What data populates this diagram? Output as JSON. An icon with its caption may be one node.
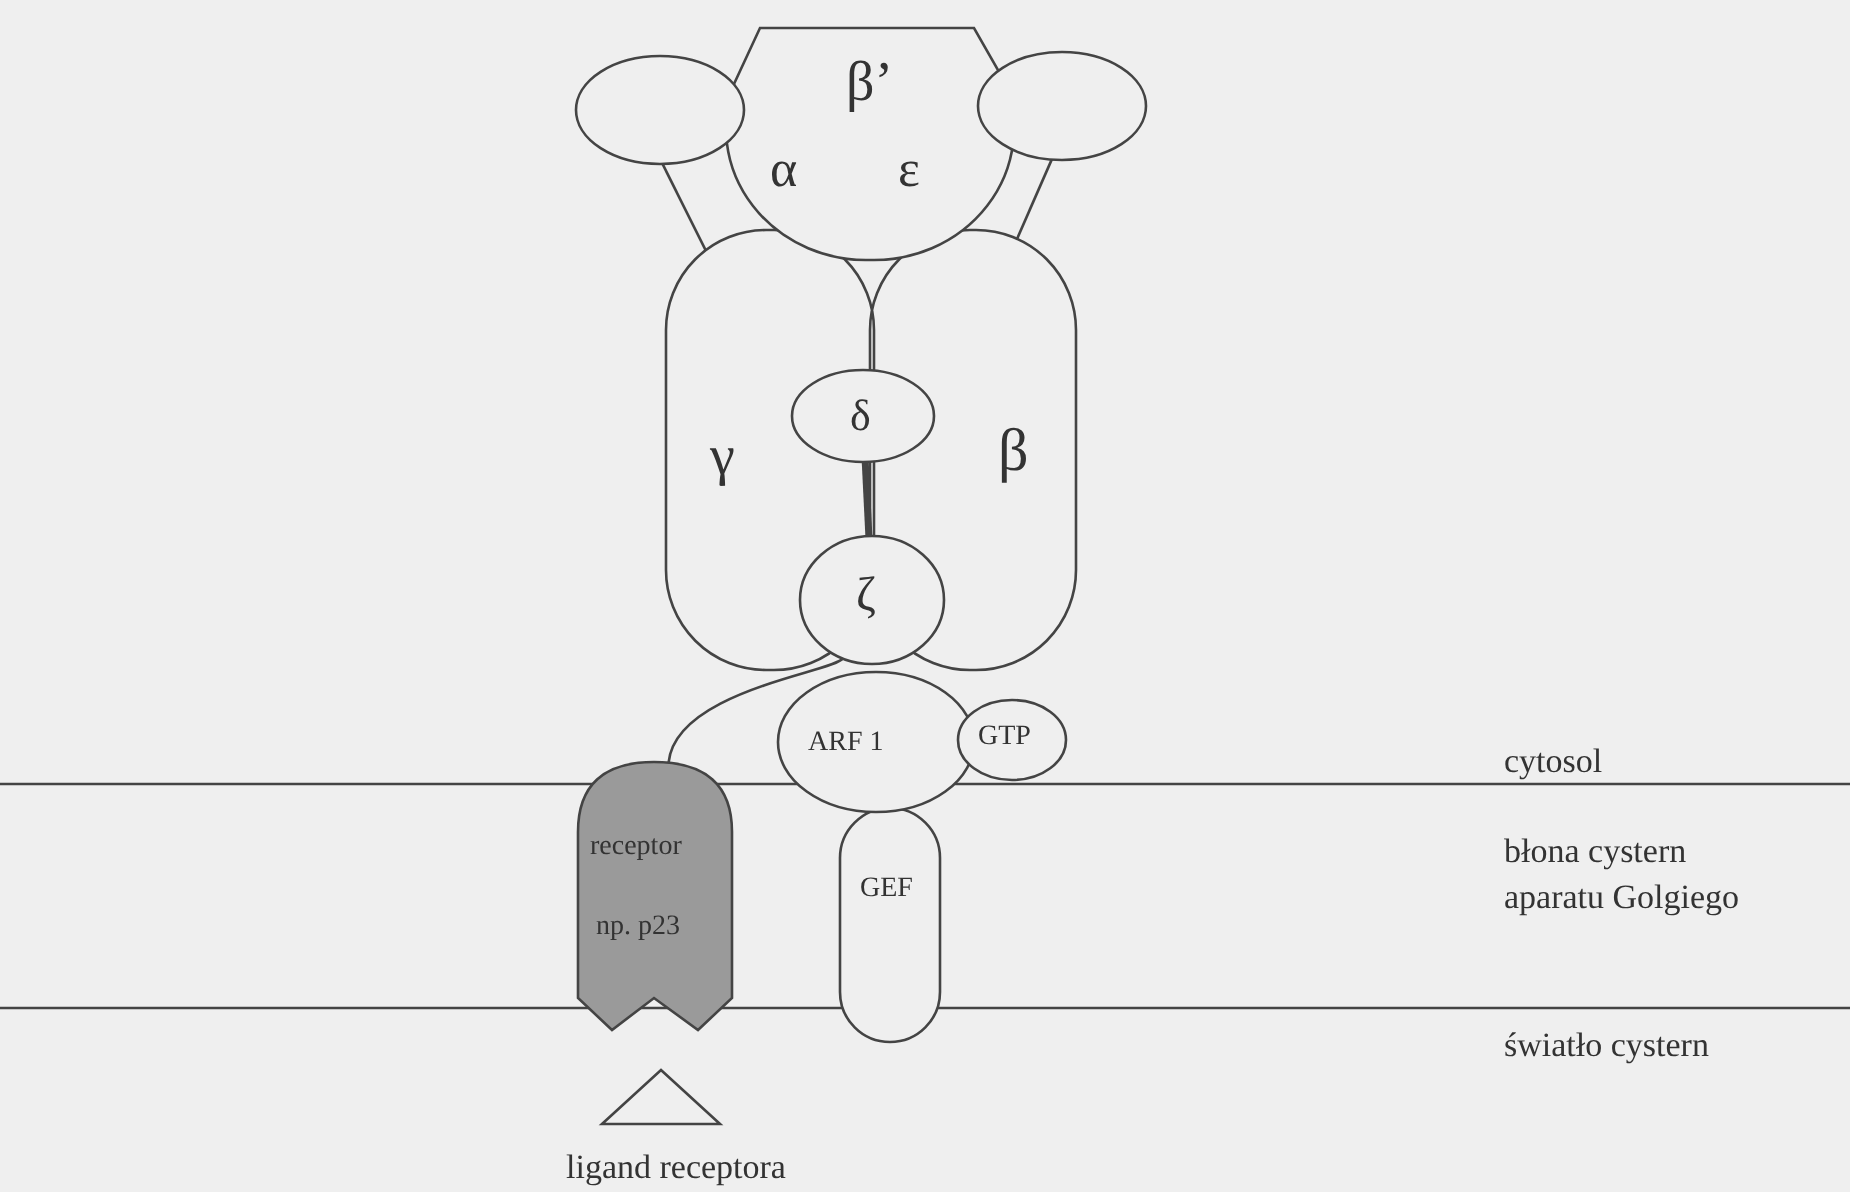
{
  "diagram": {
    "nodes": [
      {
        "text": [],
        "shape": "ellipse"
      },
      {
        "text": [
          "β’",
          "α",
          "ε"
        ]
      },
      {
        "text": [],
        "shape": "ellipse"
      },
      {
        "text": [
          "γ",
          "β"
        ]
      },
      {
        "text": [
          "δ"
        ],
        "in": 3
      },
      {
        "text": [
          "ζ"
        ],
        "in": 3
      },
      {
        "text": [
          "ARF 1"
        ]
      },
      {
        "text": [
          "GTP"
        ]
      },
      {
        "text": [
          "receptor",
          "np. p23"
        ]
      },
      {
        "text": [
          "GEF"
        ]
      },
      {
        "text": [],
        "shape": "triangle",
        "beside": [
          "ligand receptora"
        ]
      }
    ],
    "edges": [
      {
        "from": 0,
        "to": 3,
        "arrow": "none"
      },
      {
        "from": 2,
        "to": 3,
        "arrow": "none"
      },
      {
        "from": 4,
        "to": 5,
        "arrow": "none",
        "style": "thick"
      },
      {
        "from": 8,
        "to": 5,
        "arrow": "none"
      }
    ],
    "labels": [
      "cytosol",
      "błona cystern aparatu Golgiego",
      "światło cystern"
    ]
  }
}
